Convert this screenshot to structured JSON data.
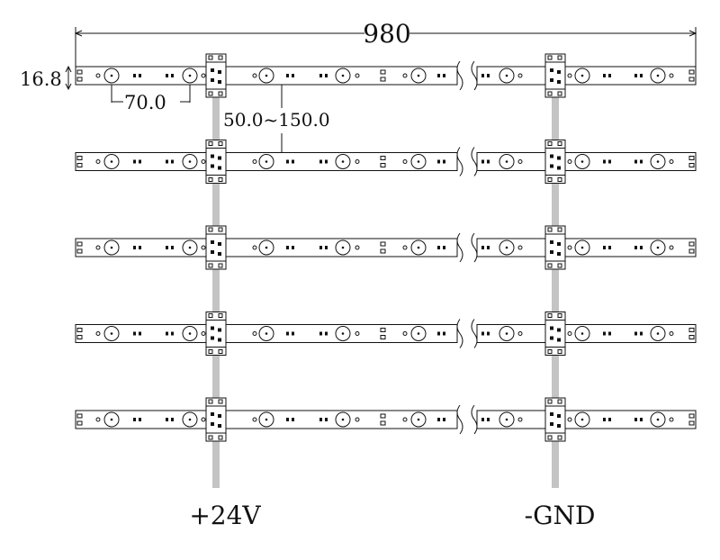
{
  "diagram": {
    "overall_length": "980",
    "strip_width": "16.8",
    "led_pitch": "70.0",
    "spacing_range": "50.0~150.0",
    "positive_label": "+24V",
    "negative_label": "-GND",
    "strip_count": 5,
    "colors": {
      "line": "#111111",
      "power_bar": "#c4c4c4",
      "background": "#ffffff"
    }
  }
}
